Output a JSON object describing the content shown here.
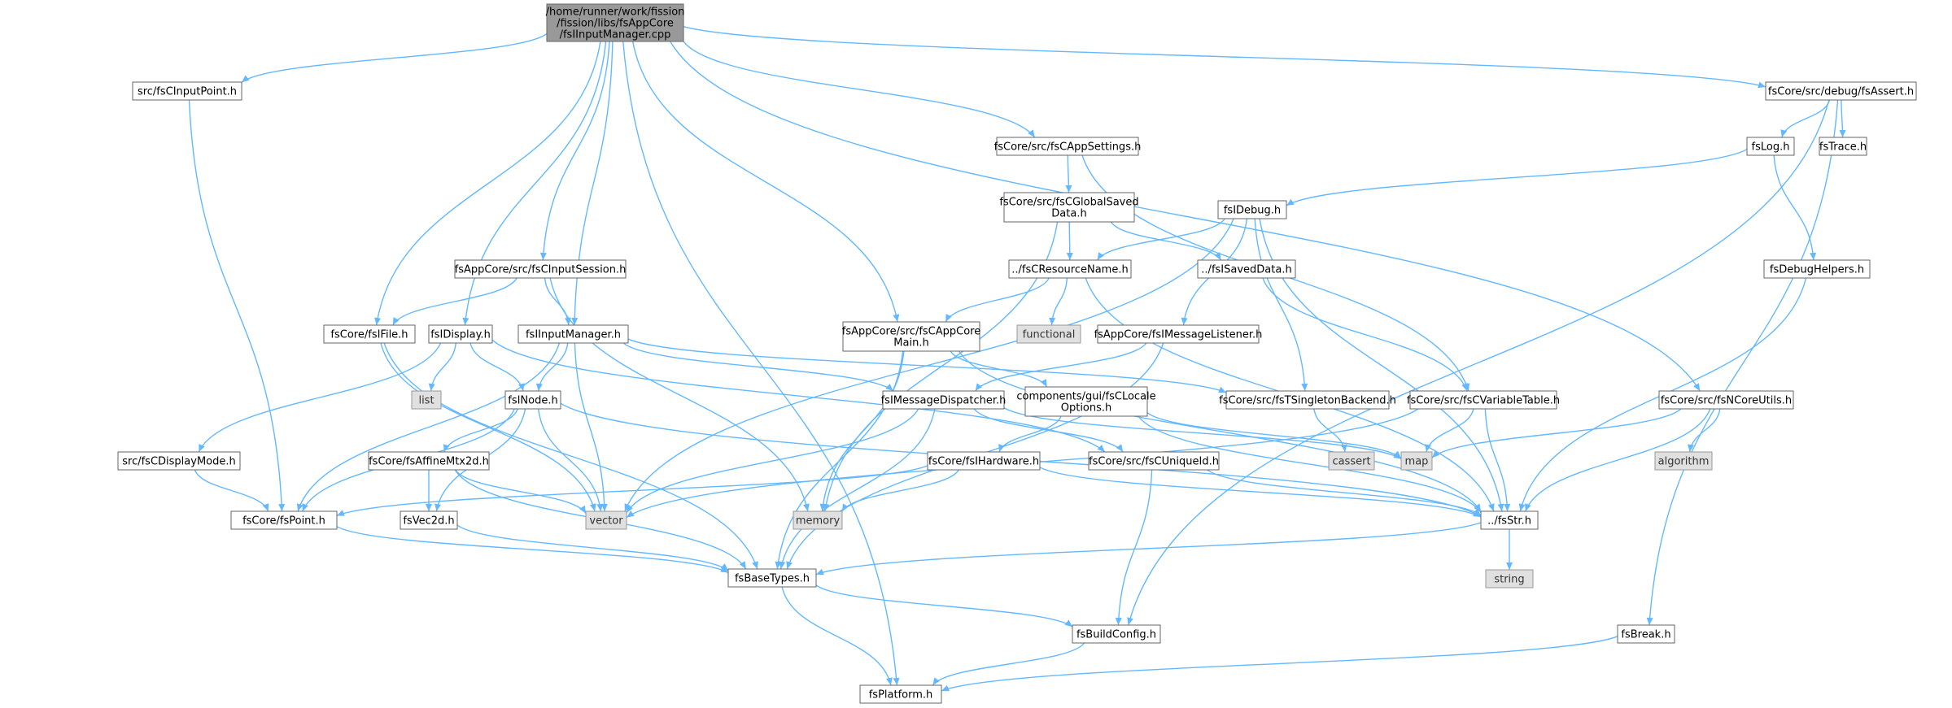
{
  "nodes": {
    "root": [
      "/home/runner/work/fission",
      "/fission/libs/fsAppCore",
      "/fsIInputManager.cpp"
    ],
    "inputpoint": "src/fsCInputPoint.h",
    "assert": "fsCore/src/debug/fsAssert.h",
    "appsettings": "fsCore/src/fsCAppSettings.h",
    "log": "fsLog.h",
    "trace": "fsTrace.h",
    "globalsaved": [
      "fsCore/src/fsCGlobalSaved",
      "Data.h"
    ],
    "idebug": "fsIDebug.h",
    "debughelpers": "fsDebugHelpers.h",
    "inputsession": "fsAppCore/src/fsCInputSession.h",
    "resourcename": "../fsCResourceName.h",
    "isaveddata": "../fsISavedData.h",
    "ifile": "fsCore/fsIFile.h",
    "idisplay": "fsIDisplay.h",
    "iinputmanager": "fsIInputManager.h",
    "appcoremain": [
      "fsAppCore/src/fsCAppCore",
      "Main.h"
    ],
    "functional": "functional",
    "imessagelistener": "fsAppCore/fsIMessageListener.h",
    "list": "list",
    "inode": "fsINode.h",
    "imessagedispatcher": "fsIMessageDispatcher.h",
    "localeoptions": [
      "components/gui/fsCLocale",
      "Options.h"
    ],
    "tsingleton": "fsCore/src/fsTSingletonBackend.h",
    "variabletable": "fsCore/src/fsCVariableTable.h",
    "ncoreutils": "fsCore/src/fsNCoreUtils.h",
    "displaymode": "src/fsCDisplayMode.h",
    "affinemtx": "fsCore/fsAffineMtx2d.h",
    "ihardware": "fsCore/fsIHardware.h",
    "uniqueid": "fsCore/src/fsCUniqueId.h",
    "cassert": "cassert",
    "map": "map",
    "algorithm": "algorithm",
    "point": "fsCore/fsPoint.h",
    "vec2d": "fsVec2d.h",
    "vector": "vector",
    "memory": "memory",
    "str": "../fsStr.h",
    "basetypes": "fsBaseTypes.h",
    "string": "string",
    "buildconfig": "fsBuildConfig.h",
    "break": "fsBreak.h",
    "platform": "fsPlatform.h"
  }
}
